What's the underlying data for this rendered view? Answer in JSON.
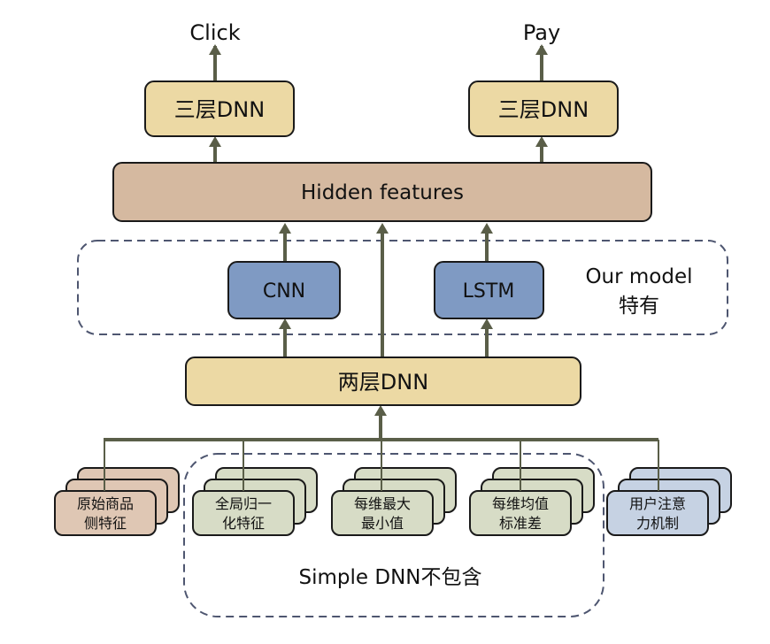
{
  "outputs": {
    "click": "Click",
    "pay": "Pay"
  },
  "tower_left": {
    "label": "三层DNN"
  },
  "tower_right": {
    "label": "三层DNN"
  },
  "hidden": {
    "label": "Hidden features"
  },
  "our_model_group": {
    "caption_line1": "Our model",
    "caption_line2": "特有",
    "cnn": "CNN",
    "lstm": "LSTM"
  },
  "two_layer": {
    "label": "两层DNN"
  },
  "inputs": [
    {
      "line1": "原始商品",
      "line2": "侧特征",
      "color": "#dfc7b4"
    },
    {
      "line1": "全局归一",
      "line2": "化特征",
      "color": "#d7dcc6"
    },
    {
      "line1": "每维最大",
      "line2": "最小值",
      "color": "#d7dcc6"
    },
    {
      "line1": "每维均值",
      "line2": "标准差",
      "color": "#d7dcc6"
    },
    {
      "line1": "用户注意",
      "line2": "力机制",
      "color": "#c6d2e3"
    }
  ],
  "simple_dnn_group": {
    "caption": "Simple DNN不包含"
  },
  "colors": {
    "dnn_fill": "#ecd9a4",
    "hidden_fill": "#d5b9a0",
    "rnn_fill": "#7f9ac3",
    "arrow": "#5a5e48",
    "dash": "#4e5670",
    "stroke": "#1a1a1a"
  }
}
